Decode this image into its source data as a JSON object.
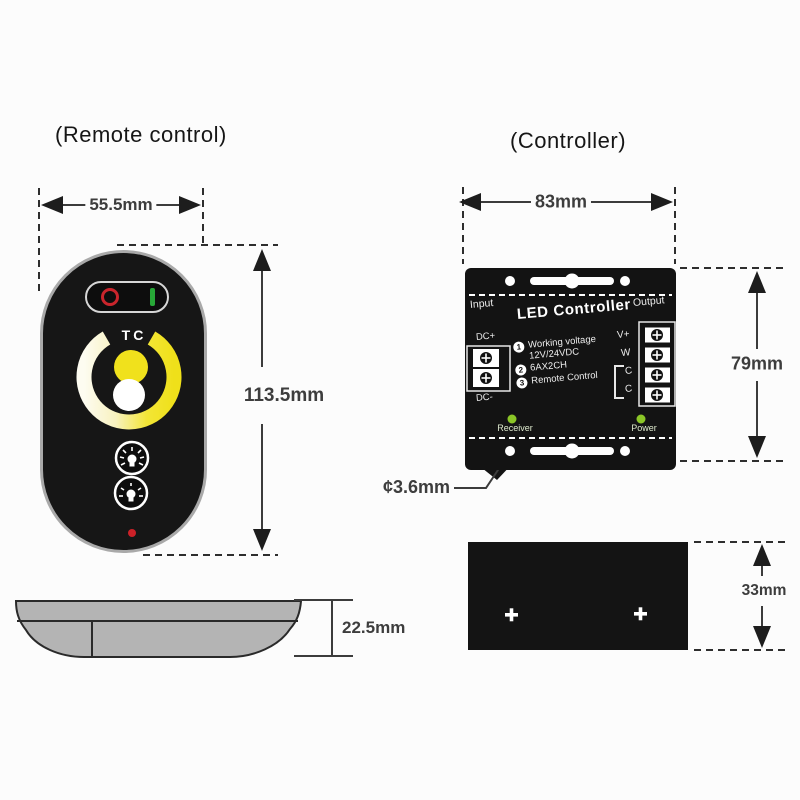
{
  "remote": {
    "title": "(Remote control)",
    "dim_width": "55.5mm",
    "dim_height": "113.5mm",
    "dim_thickness": "22.5mm",
    "tc_label": "TC",
    "colors": {
      "ring_yellow": "#f0e11c",
      "power_off_red": "#c9252c",
      "power_on_green": "#27a737",
      "status_led_red": "#cc2128"
    }
  },
  "controller": {
    "title": "(Controller)",
    "dim_width": "83mm",
    "dim_height": "79mm",
    "dim_hole": "¢3.6mm",
    "dim_thickness": "33mm",
    "device_title": "LED Controller",
    "input_label": "Input",
    "output_label": "Output",
    "dc_plus": "DC+",
    "dc_minus": "DC-",
    "specs": [
      {
        "num": "1",
        "lines": [
          "Working voltage",
          "12V/24VDC"
        ]
      },
      {
        "num": "2",
        "lines": [
          "6AX2CH"
        ]
      },
      {
        "num": "3",
        "lines": [
          "Remote Control"
        ]
      }
    ],
    "terminals": [
      "V+",
      "W",
      "C",
      "C"
    ],
    "receiver_label": "Receiver",
    "power_label": "Power",
    "colors": {
      "indicator_led_green": "#8bc627",
      "body_black": "#131313"
    }
  }
}
